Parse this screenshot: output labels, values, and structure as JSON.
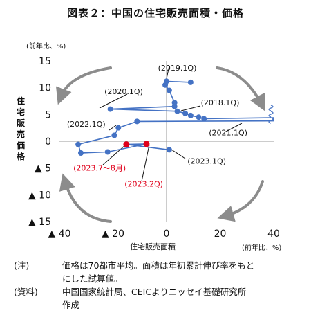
{
  "title": "図表２：中国の住宅販売面積・価格",
  "chart_data": {
    "type": "scatter",
    "title": "図表２：中国の住宅販売面積・価格",
    "xlabel": "住宅販売面積",
    "ylabel": "住宅販売価格",
    "x_unit_label": "(前年比、%)",
    "y_unit_label": "(前年比、%)",
    "xlim": [
      -40,
      40
    ],
    "ylim": [
      -15,
      15
    ],
    "x_ticks": [
      {
        "value": -40,
        "label": "▲ 40"
      },
      {
        "value": -20,
        "label": "▲ 20"
      },
      {
        "value": 0,
        "label": "0"
      },
      {
        "value": 20,
        "label": "20"
      },
      {
        "value": 40,
        "label": "40"
      }
    ],
    "y_ticks": [
      {
        "value": 15,
        "label": "15"
      },
      {
        "value": 10,
        "label": "10"
      },
      {
        "value": 5,
        "label": "5"
      },
      {
        "value": 0,
        "label": "0"
      },
      {
        "value": -5,
        "label": "▲ 5"
      },
      {
        "value": -10,
        "label": "▲ 10"
      },
      {
        "value": -15,
        "label": "▲ 15"
      }
    ],
    "grid": false,
    "series": [
      {
        "color": "#4472c4",
        "points": [
          {
            "x": 9,
            "y": 11
          },
          {
            "x": 0,
            "y": 11.2
          },
          {
            "x": -0.5,
            "y": 10.5
          },
          {
            "x": 1,
            "y": 9.5
          },
          {
            "x": 3,
            "y": 7.2
          },
          {
            "x": 3,
            "y": 6.5
          },
          {
            "x": -21,
            "y": 6
          },
          {
            "x": 4,
            "y": 5.6
          },
          {
            "x": 7,
            "y": 5.2
          },
          {
            "x": 9,
            "y": 4.8
          },
          {
            "x": 12,
            "y": 4.5
          },
          {
            "x": 14,
            "y": 4.2
          },
          {
            "x": 40,
            "y": 4.4
          },
          {
            "x": 40,
            "y": 4.2
          },
          {
            "x": 40,
            "y": 4
          },
          {
            "x": 40,
            "y": 3.8
          },
          {
            "x": -11,
            "y": 3.7
          },
          {
            "x": -18,
            "y": 2.5
          },
          {
            "x": -19.5,
            "y": 1.1
          },
          {
            "x": -33,
            "y": -0.6
          },
          {
            "x": -32,
            "y": -2.2
          },
          {
            "x": -22,
            "y": -2
          },
          {
            "x": -7.5,
            "y": -0.5
          },
          {
            "x": -15,
            "y": -0.6
          },
          {
            "x": 1,
            "y": -1.6
          }
        ]
      },
      {
        "color": "#e0001b",
        "points": [
          {
            "x": -15,
            "y": -0.6
          },
          {
            "x": -7.5,
            "y": -0.5
          }
        ]
      }
    ],
    "annotations": [
      {
        "text": "(2019.1Q)",
        "x": 4,
        "y": 13.2,
        "color": "#111111"
      },
      {
        "text": "(2020.1Q)",
        "x": -16,
        "y": 8.8,
        "color": "#111111"
      },
      {
        "text": "(2018.1Q)",
        "x": 20,
        "y": 6.7,
        "color": "#111111"
      },
      {
        "text": "(2022.1Q)",
        "x": -30,
        "y": 2.7,
        "color": "#111111"
      },
      {
        "text": "(2021.1Q)",
        "x": 23,
        "y": 1.1,
        "color": "#111111"
      },
      {
        "text": "(2023.1Q)",
        "x": 15,
        "y": -4.2,
        "color": "#111111"
      },
      {
        "text": "(2023.7～8月)",
        "x": -25,
        "y": -5.5,
        "color": "#e0001b"
      },
      {
        "text": "(2023.2Q)",
        "x": -8.5,
        "y": -8.5,
        "color": "#e0001b"
      }
    ]
  },
  "notes": [
    {
      "key": "(注)",
      "lines": [
        "価格は70都市平均。面積は年初累計伸び率をもと",
        "にした試算値。"
      ]
    },
    {
      "key": "(資料)",
      "lines": [
        "中国国家統計局、CEICよりニッセイ基礎研究所",
        "作成"
      ]
    }
  ]
}
